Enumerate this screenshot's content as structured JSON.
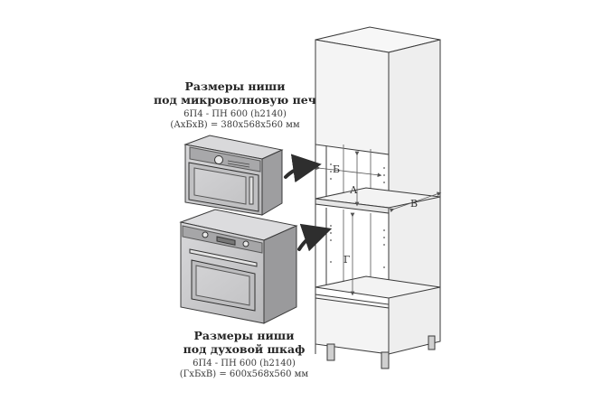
{
  "microwave": {
    "title_line1": "Размеры ниши",
    "title_line2": "под микроволновую печь",
    "model": "6П4 - ПН 600 (h2140)",
    "dims": "(АхБхВ) = 380х568х560 мм"
  },
  "oven": {
    "title_line1": "Размеры ниши",
    "title_line2": "под духовой шкаф",
    "model": "6П4 - ПН 600 (h2140)",
    "dims": "(ГхБхВ) = 600х568х560 мм"
  },
  "dimension_labels": {
    "a": "А",
    "b": "Б",
    "v": "В",
    "g": "Г"
  },
  "colors": {
    "appliance_fill": "#c9c9cb",
    "appliance_dark": "#9c9c9e",
    "cabinet_fill": "#f2f2f2",
    "line": "#3a3a3a",
    "arrow": "#2e2e2e"
  }
}
